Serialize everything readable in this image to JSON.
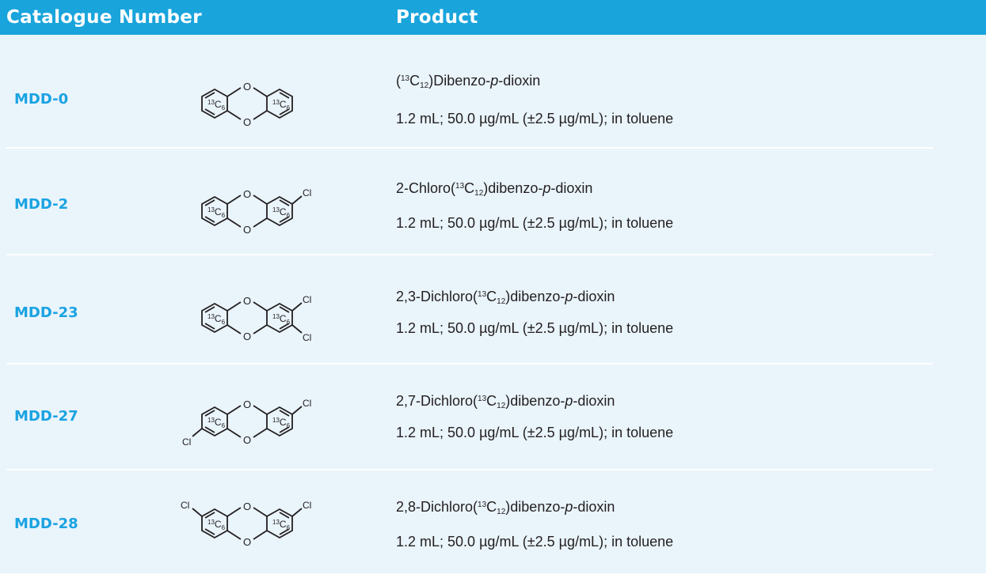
{
  "header": {
    "catalogue_label": "Catalogue Number",
    "product_label": "Product"
  },
  "ring_label": {
    "mass": "13",
    "element": "C",
    "count": "6"
  },
  "oxygen_label": "O",
  "chlorine_label": "Cl",
  "rows": [
    {
      "catalogue": "MDD-0",
      "name_pre": "(",
      "iso_mass": "13",
      "iso_el": "C",
      "iso_count": "12",
      "name_mid": ")Dibenzo-",
      "name_ital": "p",
      "name_post": "-dioxin",
      "spec": "1.2 mL; 50.0 µg/mL (±2.5 µg/mL); in toluene"
    },
    {
      "catalogue": "MDD-2",
      "name_pre": "2-Chloro(",
      "iso_mass": "13",
      "iso_el": "C",
      "iso_count": "12",
      "name_mid": ")dibenzo-",
      "name_ital": "p",
      "name_post": "-dioxin",
      "spec": "1.2 mL; 50.0 µg/mL (±2.5 µg/mL); in toluene"
    },
    {
      "catalogue": "MDD-23",
      "name_pre": "2,3-Dichloro(",
      "iso_mass": "13",
      "iso_el": "C",
      "iso_count": "12",
      "name_mid": ")dibenzo-",
      "name_ital": "p",
      "name_post": "-dioxin",
      "spec": "1.2 mL; 50.0 µg/mL (±2.5 µg/mL); in toluene"
    },
    {
      "catalogue": "MDD-27",
      "name_pre": "2,7-Dichloro(",
      "iso_mass": "13",
      "iso_el": "C",
      "iso_count": "12",
      "name_mid": ")dibenzo-",
      "name_ital": "p",
      "name_post": "-dioxin",
      "spec": "1.2 mL; 50.0 µg/mL (±2.5 µg/mL); in toluene"
    },
    {
      "catalogue": "MDD-28",
      "name_pre": "2,8-Dichloro(",
      "iso_mass": "13",
      "iso_el": "C",
      "iso_count": "12",
      "name_mid": ")dibenzo-",
      "name_ital": "p",
      "name_post": "-dioxin",
      "spec": "1.2 mL; 50.0 µg/mL (±2.5 µg/mL); in toluene"
    }
  ]
}
